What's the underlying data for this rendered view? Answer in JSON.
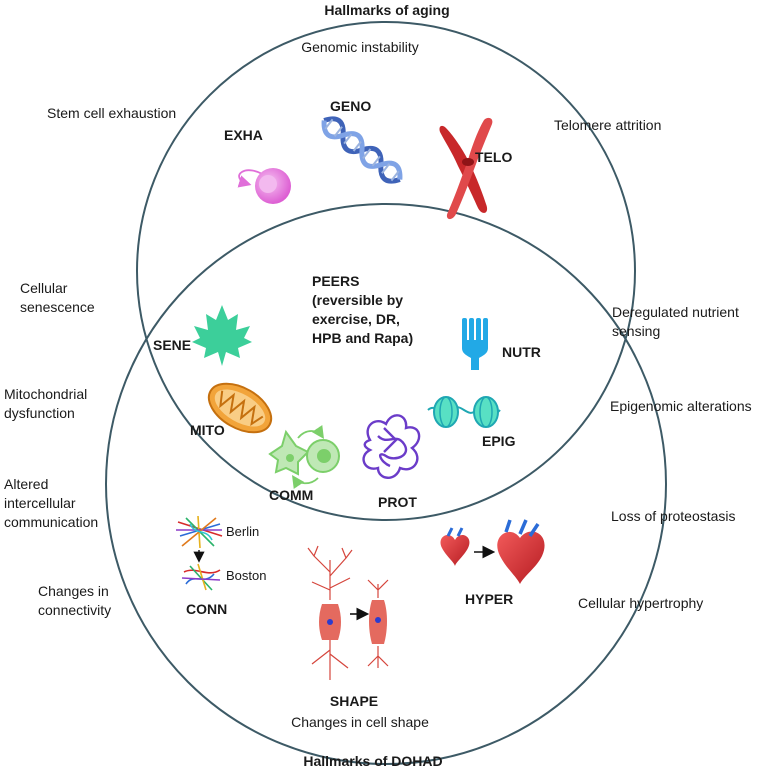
{
  "titles": {
    "top": "Hallmarks of aging",
    "bottom": "Hallmarks of DOHAD"
  },
  "peers": "PEERS (reversible by exercise, DR, HPB and Rapa)",
  "hallmarks": {
    "genomic_instability": "Genomic instability",
    "stem_cell_exhaustion": "Stem cell exhaustion",
    "telomere_attrition": "Telomere attrition",
    "cellular_senescence": "Cellular\nsenescence",
    "deregulated_nutrient_sensing": "Deregulated nutrient\nsensing",
    "mitochondrial_dysfunction": "Mitochondrial\ndysfunction",
    "epigenomic_alterations": "Epigenomic alterations",
    "altered_intercellular_communication": "Altered\nintercellular\ncommunication",
    "loss_of_proteostasis": "Loss of proteostasis",
    "changes_in_connectivity": "Changes in\nconnectivity",
    "cellular_hypertrophy": "Cellular hypertrophy",
    "changes_in_cell_shape": "Changes in cell shape"
  },
  "abbreviations": {
    "geno": "GENO",
    "exha": "EXHA",
    "telo": "TELO",
    "sene": "SENE",
    "nutr": "NUTR",
    "mito": "MITO",
    "epig": "EPIG",
    "comm": "COMM",
    "prot": "PROT",
    "conn": "CONN",
    "hyper": "HYPER",
    "shape": "SHAPE"
  },
  "network_labels": {
    "berlin": "Berlin",
    "boston": "Boston"
  },
  "icons": {
    "dna": "dna-helix-icon",
    "stem_cell": "stem-cell-icon",
    "chromosome": "chromosome-icon",
    "leaf": "maple-leaf-icon",
    "fork": "fork-icon",
    "mitochondrion": "mitochondrion-icon",
    "chromatin": "chromatin-icon",
    "cell_signal": "cell-communication-icon",
    "protein": "protein-icon",
    "network": "network-map-icon",
    "heart": "heart-icon",
    "neuron": "neuron-icon"
  },
  "colors": {
    "circle_stroke": "#3d5a66",
    "dna": "#3f63b8",
    "stem_cell": "#e06fd9",
    "chromosome": "#c8282a",
    "leaf": "#3ccf9a",
    "fork": "#22a9e6",
    "mitochondrion": "#e08a1c",
    "chromatin": "#2bd3b6",
    "cell_signal": "#7ccf6a",
    "protein": "#6b3cc9",
    "heart": "#d8262e",
    "neuron": "#d5453c"
  }
}
